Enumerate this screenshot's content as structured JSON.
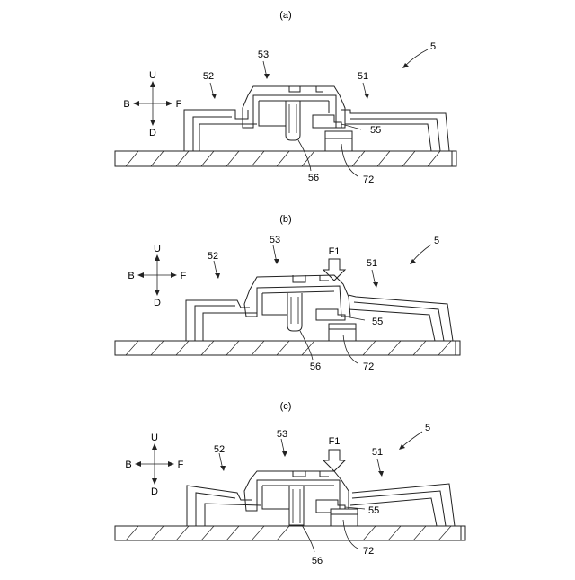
{
  "figure": {
    "panels": [
      {
        "label": "(a)",
        "refs": {
          "device": "5",
          "right_part": "51",
          "left_part": "52",
          "button": "53",
          "hook": "55",
          "post": "56",
          "base_block": "72"
        },
        "force": ""
      },
      {
        "label": "(b)",
        "refs": {
          "device": "5",
          "right_part": "51",
          "left_part": "52",
          "button": "53",
          "hook": "55",
          "post": "56",
          "base_block": "72"
        },
        "force": "F1"
      },
      {
        "label": "(c)",
        "refs": {
          "device": "5",
          "right_part": "51",
          "left_part": "52",
          "button": "53",
          "hook": "55",
          "post": "56",
          "base_block": "72"
        },
        "force": "F1"
      }
    ],
    "directions": {
      "up": "U",
      "down": "D",
      "back": "B",
      "front": "F"
    }
  }
}
